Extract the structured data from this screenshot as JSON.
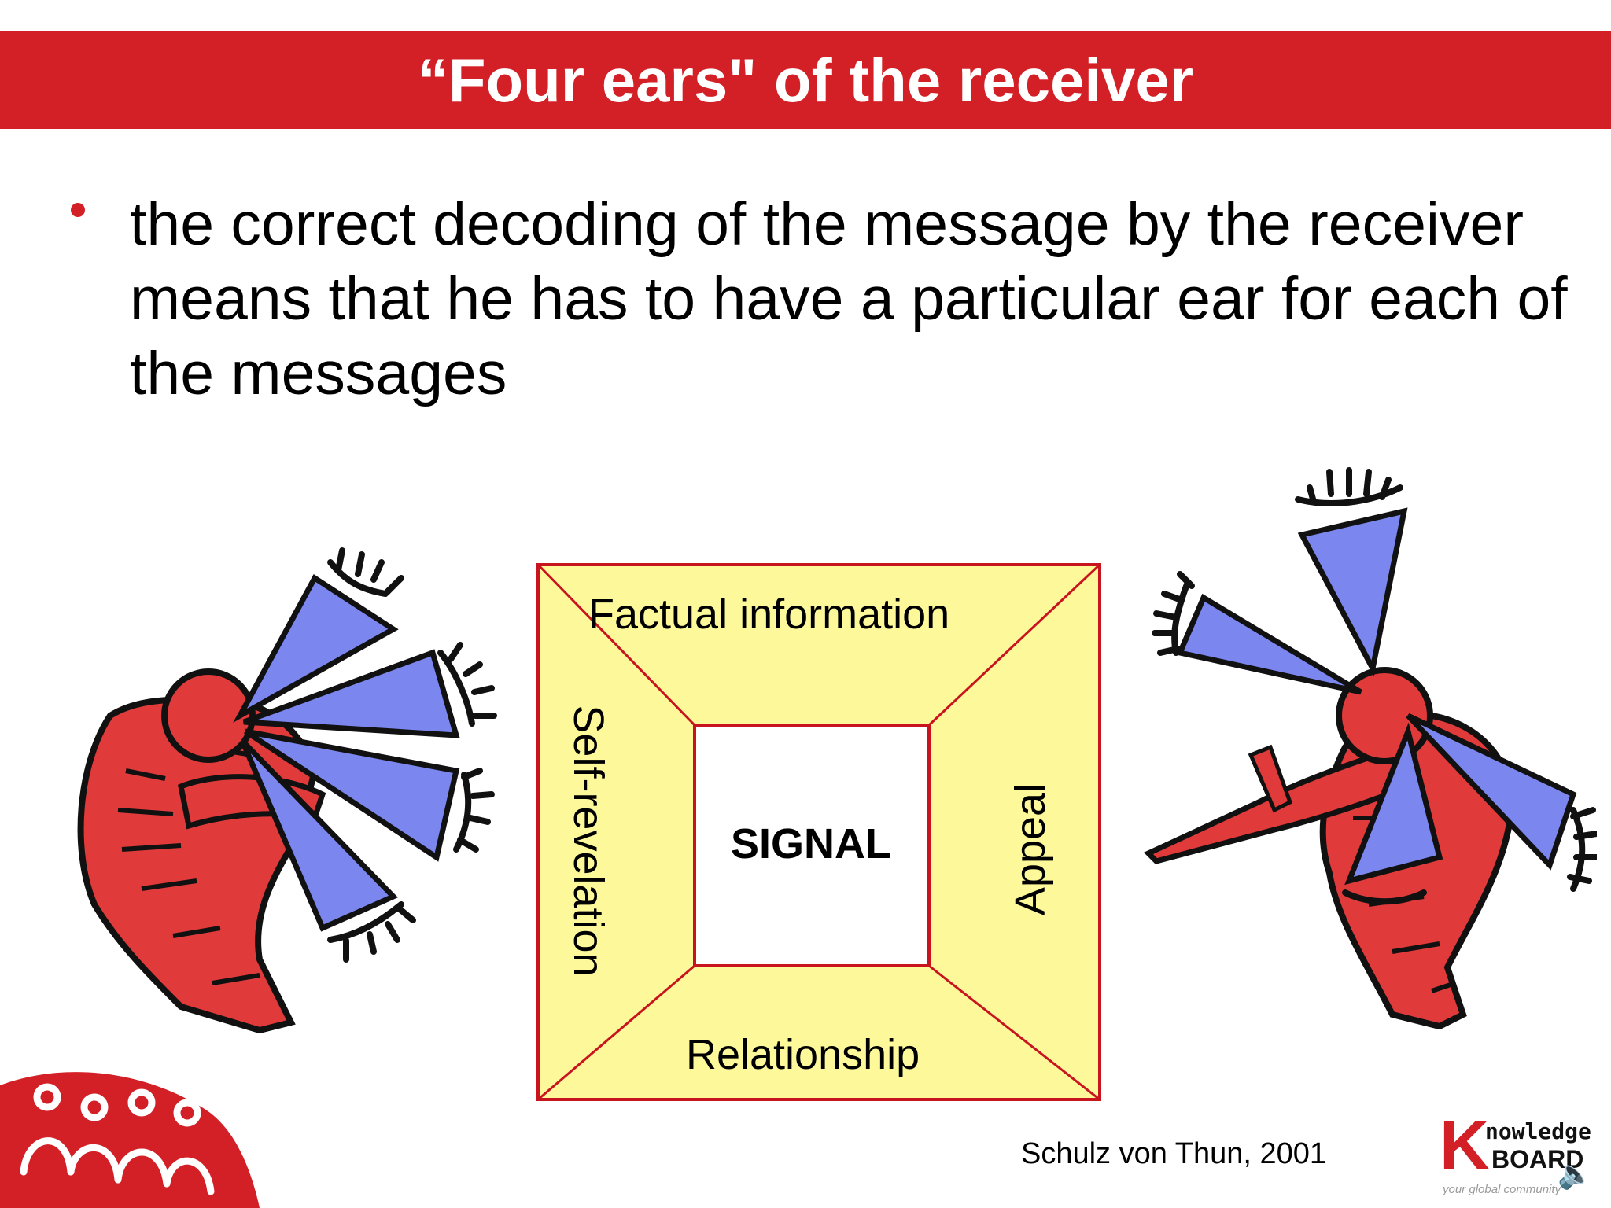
{
  "slide": {
    "title": "“Four ears\" of the receiver",
    "bullet": "the correct decoding of the message by the receiver means that he has to have a particular ear for each of the messages",
    "diagram": {
      "top": "Factual information",
      "left": "Self-revelation",
      "right": "Appeal",
      "bottom": "Relationship",
      "center": "SIGNAL"
    },
    "citation": "Schulz von Thun, 2001",
    "logo": {
      "line1": "nowledge",
      "line2": "BOARD",
      "tagline": "your global community",
      "initial": "K"
    }
  },
  "colors": {
    "brand_red": "#d32027",
    "figure_red": "#e03a3a",
    "ear_blue": "#7b86ee",
    "diagram_fill": "#fdf99a",
    "diagram_line": "#c8141e"
  }
}
